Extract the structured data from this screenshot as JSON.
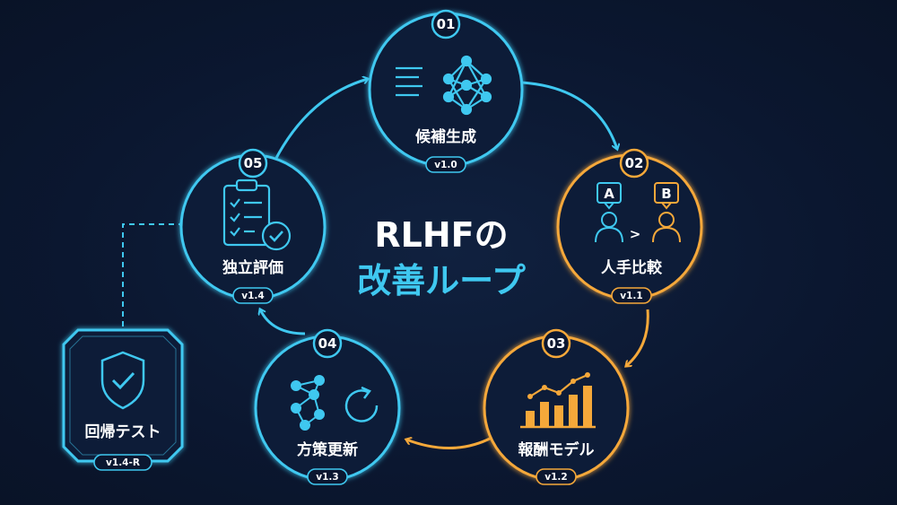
{
  "title": {
    "line1": "RLHFの",
    "line2": "改善ループ"
  },
  "colors": {
    "cyan": "#3fc8f0",
    "orange": "#f5a83a",
    "background": "#0b1730"
  },
  "nodes": [
    {
      "number": "01",
      "label": "候補生成",
      "version": "v1.0",
      "icon": "neural-network-icon"
    },
    {
      "number": "02",
      "label": "人手比較",
      "version": "v1.1",
      "icon": "ab-compare-icon",
      "choice_a": "A",
      "choice_b": "B",
      "compare_symbol": ">"
    },
    {
      "number": "03",
      "label": "報酬モデル",
      "version": "v1.2",
      "icon": "bar-chart-icon"
    },
    {
      "number": "04",
      "label": "方策更新",
      "version": "v1.3",
      "icon": "graph-refresh-icon"
    },
    {
      "number": "05",
      "label": "独立評価",
      "version": "v1.4",
      "icon": "clipboard-check-icon"
    }
  ],
  "side_node": {
    "label": "回帰テスト",
    "version": "v1.4-R",
    "icon": "shield-check-icon"
  }
}
